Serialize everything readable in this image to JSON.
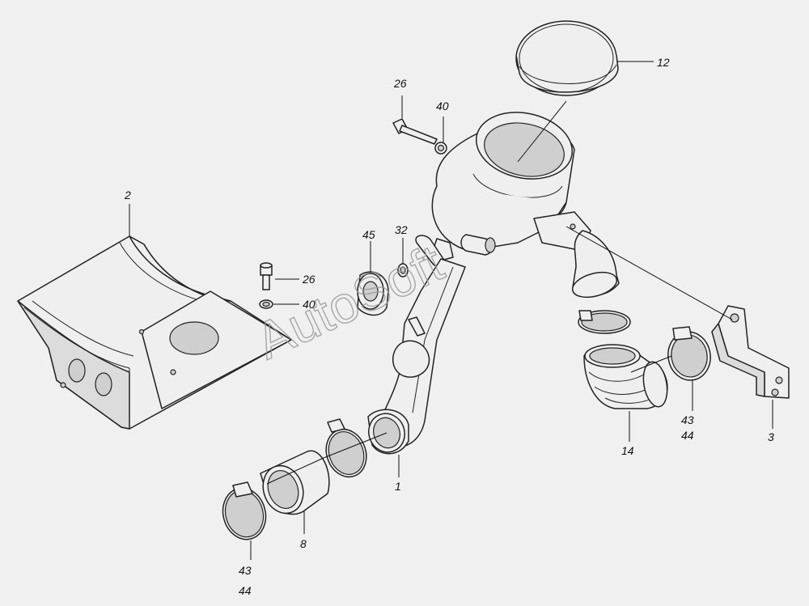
{
  "watermark": "AutoSoft",
  "callouts": {
    "c12": "12",
    "c26a": "26",
    "c40a": "40",
    "c2": "2",
    "c45": "45",
    "c32": "32",
    "c26b": "26",
    "c40b": "40",
    "c1": "1",
    "c8": "8",
    "c43a": "43",
    "c44a": "44",
    "c14": "14",
    "c43b": "43",
    "c44b": "44",
    "c3": "3"
  }
}
